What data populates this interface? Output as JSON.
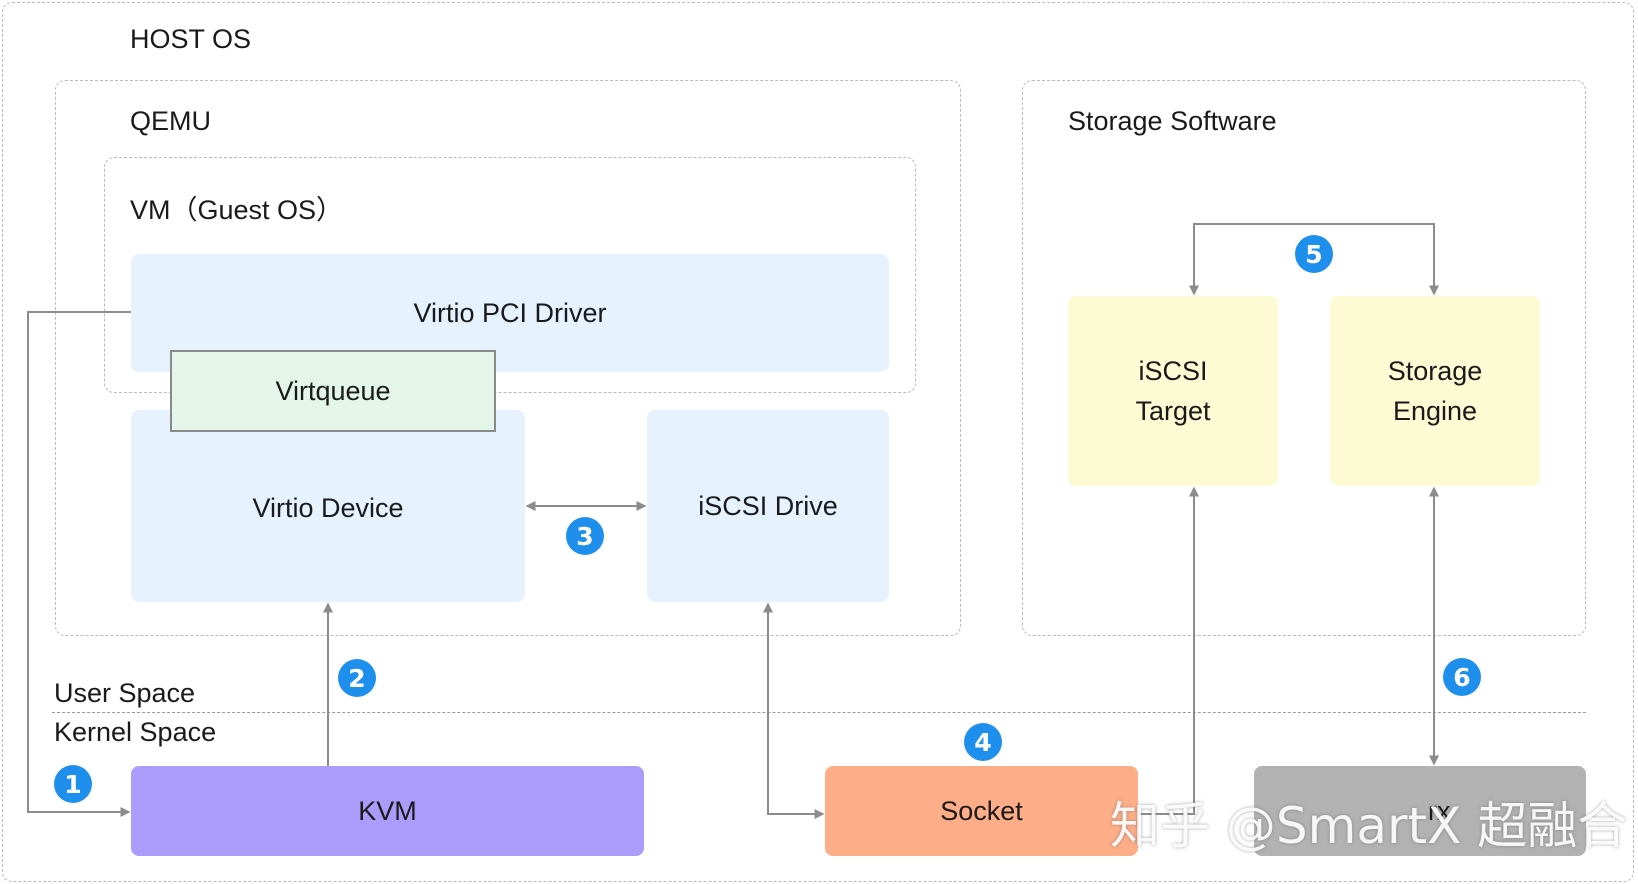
{
  "host_os": {
    "title": "HOST OS"
  },
  "qemu": {
    "title": "QEMU"
  },
  "vm": {
    "title": "VM（Guest OS）"
  },
  "storage_software": {
    "title": "Storage Software"
  },
  "boxes": {
    "virtio_pci_driver": "Virtio PCI Driver",
    "virtqueue": "Virtqueue",
    "virtio_device": "Virtio Device",
    "iscsi_drive": "iSCSI Drive",
    "iscsi_target_line1": "iSCSI",
    "iscsi_target_line2": "Target",
    "storage_engine_line1": "Storage",
    "storage_engine_line2": "Engine",
    "kvm": "KVM",
    "socket": "Socket",
    "rx": "rx"
  },
  "spaces": {
    "user": "User Space",
    "kernel": "Kernel Space"
  },
  "steps": [
    "1",
    "2",
    "3",
    "4",
    "5",
    "6"
  ],
  "watermark": "知乎 @SmartX 超融合",
  "colors": {
    "blue_box": "#e6f2fd",
    "yellow_box": "#fdfbd3",
    "green_box": "#e4f6ea",
    "kvm": "#ab9bfa",
    "socket": "#fdae88",
    "rx": "#b2b2b2",
    "badge": "#1f8fee",
    "arrow": "#8c8c8c"
  }
}
